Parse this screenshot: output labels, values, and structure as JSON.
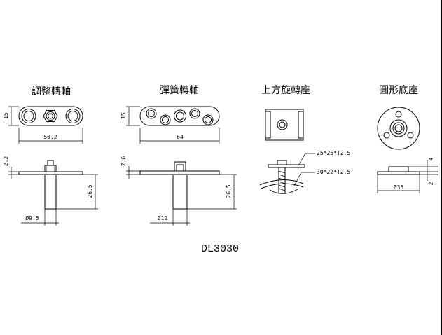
{
  "parts": [
    {
      "title": "調整轉軸",
      "dims": {
        "height_top": "15",
        "width_top": "50.2",
        "plate": "2.2",
        "shaft_len": "26.5",
        "shaft_dia": "Ø9.5"
      }
    },
    {
      "title": "彈簧轉軸",
      "dims": {
        "height_top": "15",
        "width_top": "64",
        "plate": "2.6",
        "shaft_len": "26.5",
        "shaft_dia": "Ø12"
      }
    },
    {
      "title": "上方旋轉座",
      "dims": {
        "label_upper": "25*25*T2.5",
        "label_lower": "30*22*T2.5"
      }
    },
    {
      "title": "圓形底座",
      "dims": {
        "dia": "Ø35",
        "h_upper": "4",
        "h_lower": "2"
      }
    }
  ],
  "model": "DL3030"
}
